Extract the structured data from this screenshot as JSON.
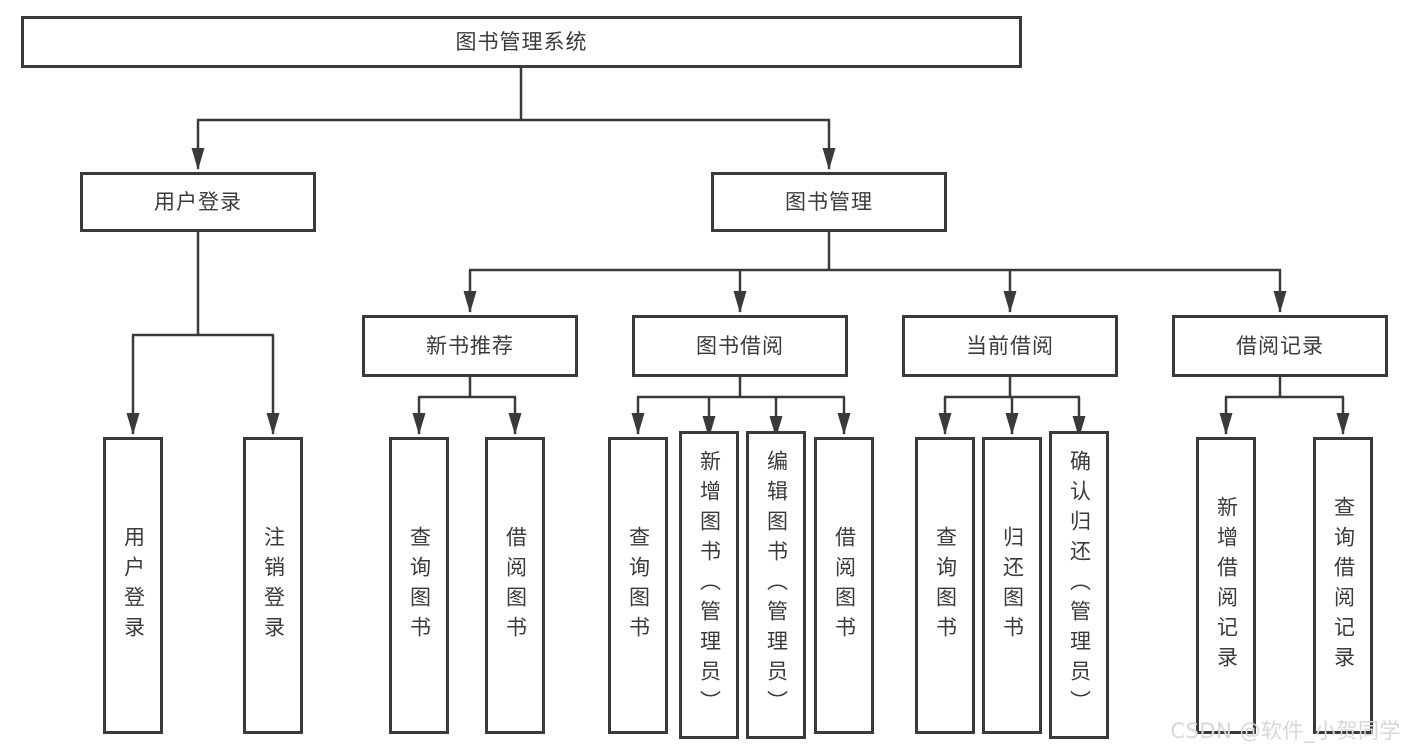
{
  "tree": {
    "root": {
      "label": "图书管理系统"
    },
    "user_login": {
      "label": "用户登录",
      "children": [
        {
          "label": "用户登录"
        },
        {
          "label": "注销登录"
        }
      ]
    },
    "book_management": {
      "label": "图书管理",
      "children": [
        {
          "label": "新书推荐",
          "children": [
            {
              "label": "查询图书"
            },
            {
              "label": "借阅图书"
            }
          ]
        },
        {
          "label": "图书借阅",
          "children": [
            {
              "label": "查询图书"
            },
            {
              "label": "新增图书（管理员）"
            },
            {
              "label": "编辑图书（管理员）"
            },
            {
              "label": "借阅图书"
            }
          ]
        },
        {
          "label": "当前借阅",
          "children": [
            {
              "label": "查询图书"
            },
            {
              "label": "归还图书"
            },
            {
              "label": "确认归还（管理员）"
            }
          ]
        },
        {
          "label": "借阅记录",
          "children": [
            {
              "label": "新增借阅记录"
            },
            {
              "label": "查询借阅记录"
            }
          ]
        }
      ]
    }
  },
  "watermark": {
    "text": "CSDN @软件_小贺同学"
  },
  "colors": {
    "line": "#3a3a3a",
    "text": "#3b3b3b",
    "background": "#ffffff",
    "watermark": "#d6d7dd"
  }
}
